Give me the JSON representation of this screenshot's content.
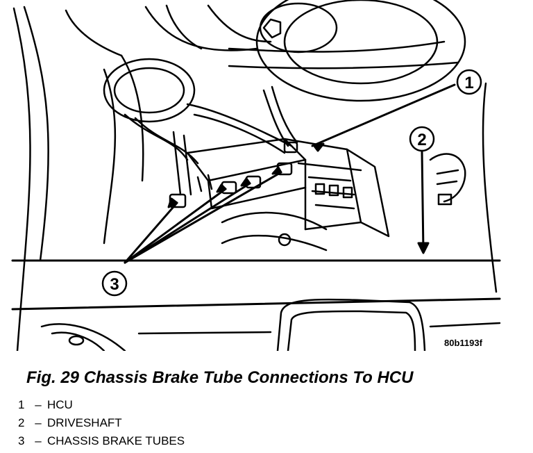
{
  "figure": {
    "code": "80b1193f",
    "callouts": [
      "1",
      "2",
      "3"
    ]
  },
  "caption": "Fig. 29 Chassis Brake Tube Connections To HCU",
  "legend": [
    {
      "num": "1",
      "sep": "–",
      "label": "HCU"
    },
    {
      "num": "2",
      "sep": "–",
      "label": "DRIVESHAFT"
    },
    {
      "num": "3",
      "sep": "–",
      "label": "CHASSIS BRAKE TUBES"
    }
  ]
}
